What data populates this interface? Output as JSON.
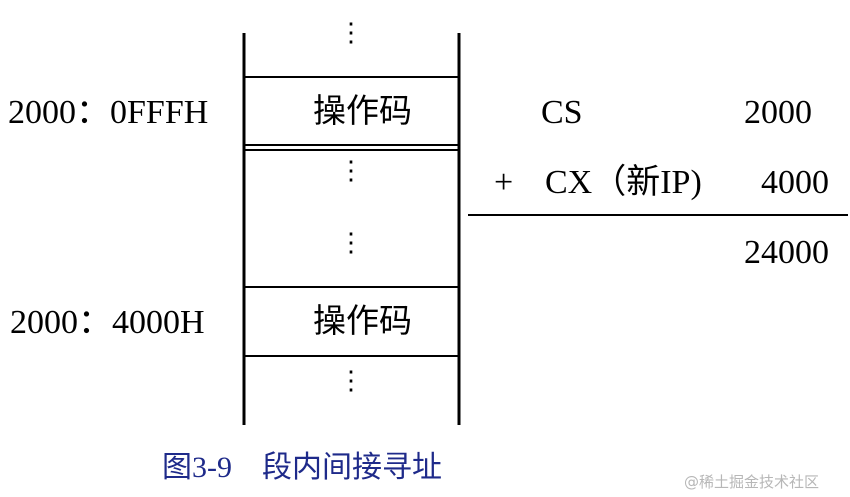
{
  "memory": {
    "addr_top": "2000：0FFFH",
    "addr_bottom": "2000：4000H",
    "cells": [
      "操作码",
      "操作码"
    ],
    "ellipsis": "⋮"
  },
  "calc": {
    "row1_label": "CS",
    "row1_value": "2000",
    "plus": "+",
    "row2_label": "CX（新IP)",
    "row2_value": "4000",
    "result": "24000"
  },
  "caption": "图3-9　段内间接寻址",
  "watermark": "@稀土掘金技术社区",
  "colors": {
    "line": "#000000",
    "caption": "#1e2a8a",
    "watermark": "#b7b7b7"
  }
}
